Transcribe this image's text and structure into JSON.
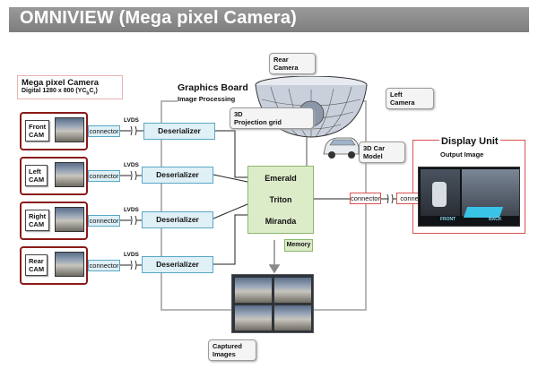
{
  "title": "OMNIVIEW (Mega pixel Camera)",
  "mega_camera": {
    "title": "Mega pixel Camera",
    "spec": "Digital 1280 x 800 (YC",
    "spec_sub1": "b",
    "spec_mid": "C",
    "spec_sub2": "r",
    "spec_end": ")"
  },
  "cameras": [
    {
      "line1": "Front",
      "line2": "CAM"
    },
    {
      "line1": "Left",
      "line2": "CAM"
    },
    {
      "line1": "Right",
      "line2": "CAM"
    },
    {
      "line1": "Rear",
      "line2": "CAM"
    }
  ],
  "connector_label": "connector",
  "connector_label_cut": "connec",
  "lvds_label": "LVDS",
  "deserializer_label": "Deserializer",
  "graphics_board": {
    "title": "Graphics Board",
    "subtitle": "Image Processing"
  },
  "chips": [
    "Emerald",
    "Triton",
    "Miranda"
  ],
  "memory_label": "Memory",
  "callouts": {
    "rear_camera": [
      "Rear",
      "Camera"
    ],
    "left_camera": [
      "Left",
      "Camera"
    ],
    "projection": [
      "3D",
      "Projection grid"
    ],
    "car_model": [
      "3D Car",
      "Model"
    ],
    "captured": [
      "Captured",
      "Images"
    ]
  },
  "display_unit": {
    "title": "Display Unit",
    "subtitle": "Output Image",
    "btn_front": "FRONT",
    "btn_back": "BACK"
  },
  "colors": {
    "camera_border": "#8b1a1a",
    "deserializer_fill": "#dff0f6",
    "chip_fill": "#dcecc9",
    "display_border": "#d9534f"
  }
}
